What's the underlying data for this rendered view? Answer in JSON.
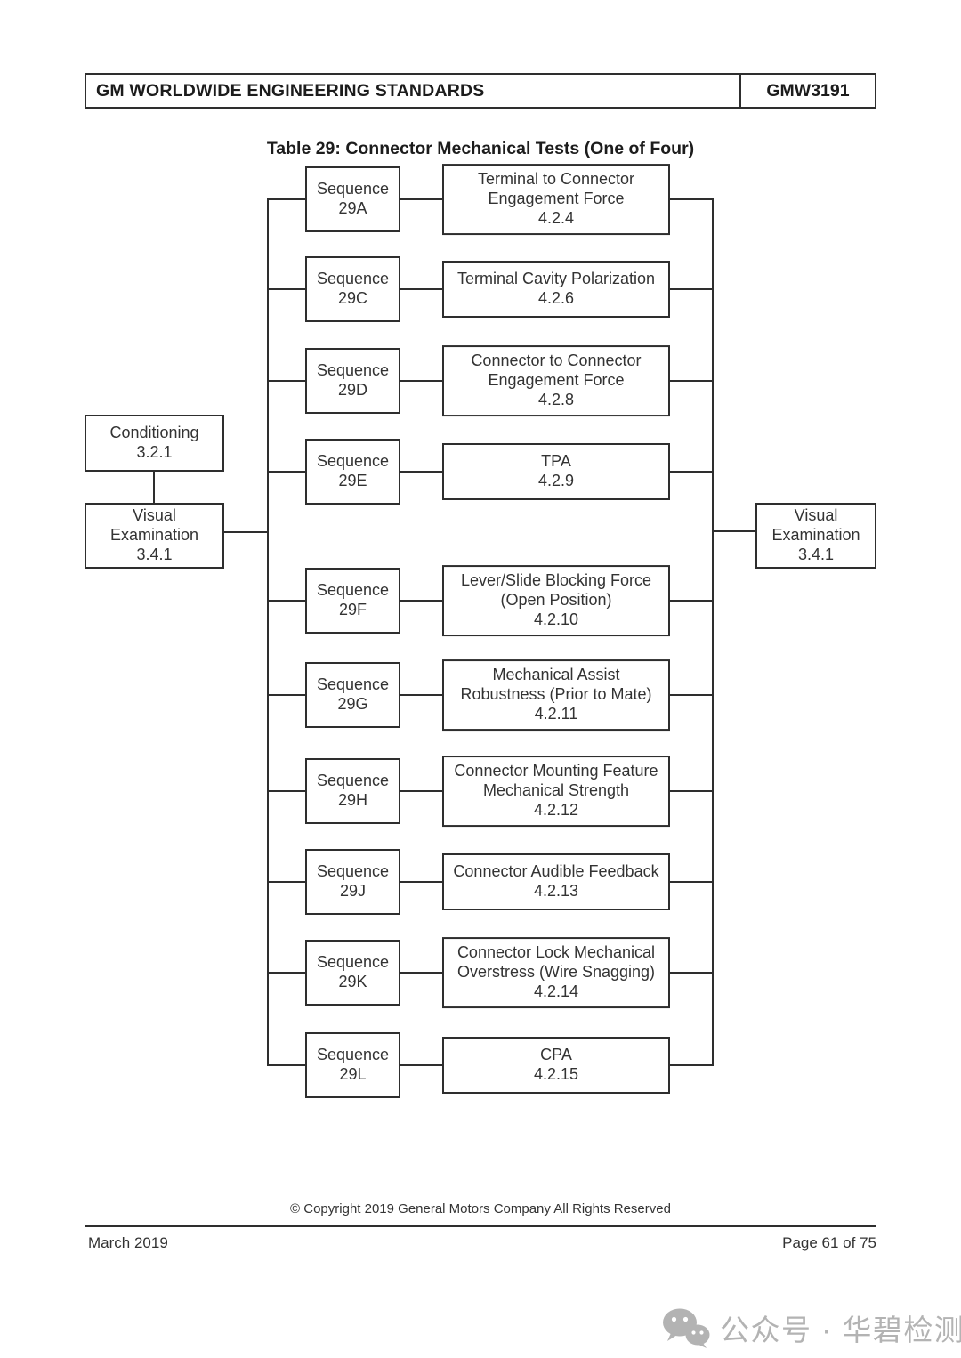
{
  "page": {
    "header": {
      "title": "GM WORLDWIDE ENGINEERING STANDARDS",
      "doc_code": "GMW3191"
    },
    "footer": {
      "copyright": "© Copyright 2019 General Motors Company All Rights Reserved",
      "date": "March 2019",
      "page_info": "Page 61 of 75"
    },
    "watermark": {
      "icon": "wechat-icon",
      "text": "公众号 · 华碧检测"
    },
    "colors": {
      "ink": "#2e2e2e",
      "watermark_gray": "#b3b3b3"
    }
  },
  "flowchart": {
    "title": "Table 29: Connector Mechanical Tests (One of Four)",
    "left_chain": [
      {
        "label": "Conditioning",
        "ref": "3.2.1"
      },
      {
        "label": "Visual\nExamination",
        "ref": "3.4.1"
      }
    ],
    "right_box": {
      "label": "Visual\nExamination",
      "ref": "3.4.1"
    },
    "rows": [
      {
        "sequence_word": "Sequence",
        "sequence_id": "29A",
        "test_title": "Terminal to Connector\nEngagement Force",
        "test_ref": "4.2.4"
      },
      {
        "sequence_word": "Sequence",
        "sequence_id": "29C",
        "test_title": "Terminal Cavity Polarization",
        "test_ref": "4.2.6"
      },
      {
        "sequence_word": "Sequence",
        "sequence_id": "29D",
        "test_title": "Connector to Connector\nEngagement Force",
        "test_ref": "4.2.8"
      },
      {
        "sequence_word": "Sequence",
        "sequence_id": "29E",
        "test_title": "TPA",
        "test_ref": "4.2.9"
      },
      {
        "sequence_word": "Sequence",
        "sequence_id": "29F",
        "test_title": "Lever/Slide Blocking Force\n(Open Position)",
        "test_ref": "4.2.10"
      },
      {
        "sequence_word": "Sequence",
        "sequence_id": "29G",
        "test_title": "Mechanical Assist\nRobustness (Prior to Mate)",
        "test_ref": "4.2.11"
      },
      {
        "sequence_word": "Sequence",
        "sequence_id": "29H",
        "test_title": "Connector Mounting Feature\nMechanical Strength",
        "test_ref": "4.2.12"
      },
      {
        "sequence_word": "Sequence",
        "sequence_id": "29J",
        "test_title": "Connector Audible Feedback",
        "test_ref": "4.2.13"
      },
      {
        "sequence_word": "Sequence",
        "sequence_id": "29K",
        "test_title": "Connector Lock Mechanical\nOverstress (Wire Snagging)",
        "test_ref": "4.2.14"
      },
      {
        "sequence_word": "Sequence",
        "sequence_id": "29L",
        "test_title": "CPA",
        "test_ref": "4.2.15"
      }
    ]
  }
}
